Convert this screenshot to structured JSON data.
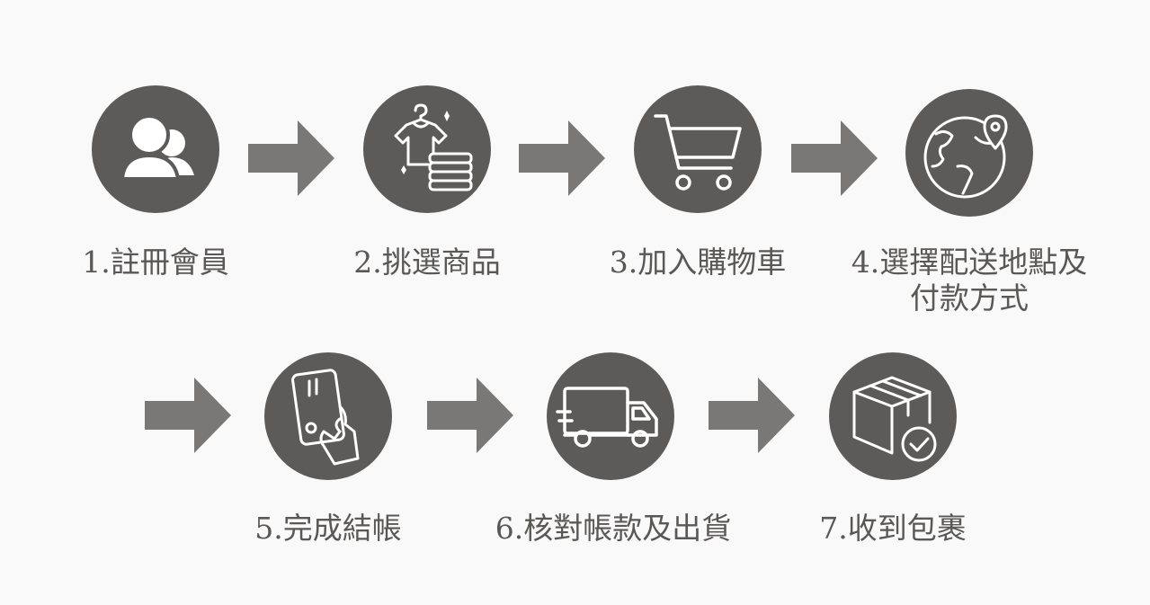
{
  "steps": [
    {
      "label": "1.註冊會員",
      "icon": "users-icon"
    },
    {
      "label": "2.挑選商品",
      "icon": "clothing-icon"
    },
    {
      "label": "3.加入購物車",
      "icon": "shopping-cart-icon"
    },
    {
      "label_line1": "4.選擇配送地點及",
      "label_line2": "付款方式",
      "icon": "globe-location-icon"
    },
    {
      "label": "5.完成結帳",
      "icon": "credit-card-hand-icon"
    },
    {
      "label": "6.核對帳款及出貨",
      "icon": "delivery-truck-icon"
    },
    {
      "label": "7.收到包裹",
      "icon": "package-check-icon"
    }
  ],
  "colors": {
    "background": "#f9f9f9",
    "circle": "#5d5b5a",
    "arrow": "#7a7877",
    "text": "#5a5856"
  }
}
